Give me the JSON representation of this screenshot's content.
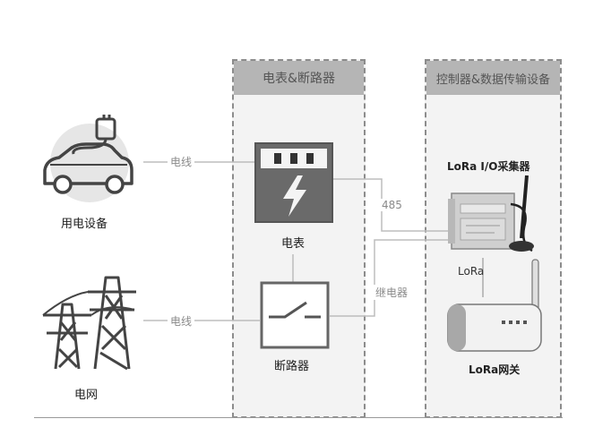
{
  "panels": {
    "meter_breaker": {
      "title": "电表&断路器"
    },
    "controller_data": {
      "title": "控制器&数据传输设备"
    }
  },
  "devices": {
    "ev": {
      "label": "用电设备",
      "icon": "ev-charging-car-icon"
    },
    "grid": {
      "label": "电网",
      "icon": "power-tower-icon"
    },
    "meter": {
      "label": "电表",
      "icon": "electric-meter-icon"
    },
    "breaker": {
      "label": "断路器",
      "icon": "circuit-breaker-icon"
    },
    "collector": {
      "label": "LoRa I/O采集器",
      "icon": "io-collector-icon"
    },
    "gateway": {
      "label": "LoRa网关",
      "icon": "lora-gateway-icon"
    }
  },
  "connections": {
    "ev_to_meter": "电线",
    "grid_to_breaker": "电线",
    "meter_to_collector": "485",
    "breaker_to_collector": "继电器",
    "collector_to_gateway": "LoRa"
  }
}
